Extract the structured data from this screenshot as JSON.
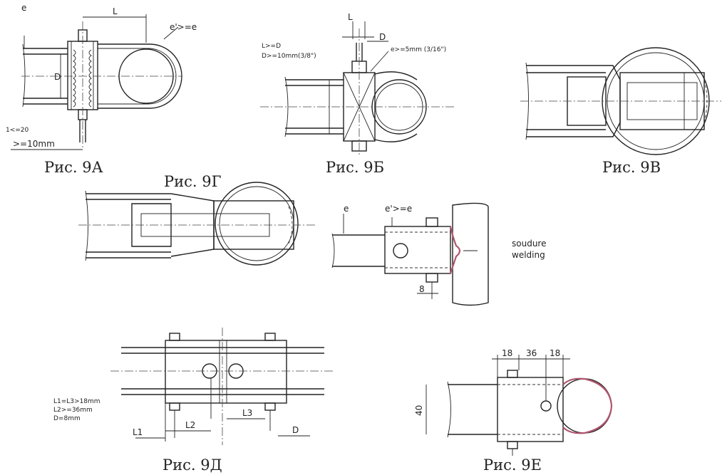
{
  "figures": {
    "fig_9a": {
      "caption": "Рис. 9А",
      "labels": [
        "e",
        "L",
        "e'>=e",
        "D",
        "1<=20",
        ">=10mm"
      ]
    },
    "fig_9b": {
      "caption": "Рис. 9Б",
      "labels": [
        "L",
        "D",
        "L>=D",
        "D>=10mm(3/8\")",
        "e>=5mm (3/16\")"
      ]
    },
    "fig_9v": {
      "caption": "Рис. 9В",
      "labels": []
    },
    "fig_9g": {
      "caption": "Рис. 9Г",
      "labels": []
    },
    "fig_weld": {
      "caption": "",
      "labels": [
        "e",
        "e'>=e",
        "soudure",
        "welding",
        "8"
      ]
    },
    "fig_9d": {
      "caption": "Рис. 9Д",
      "labels": [
        "L1=L3>18mm",
        "L2>=36mm",
        "D=8mm",
        "L1",
        "L2",
        "L3",
        "D"
      ]
    },
    "fig_9e": {
      "caption": "Рис. 9Е",
      "labels": [
        "18",
        "36",
        "18",
        "40"
      ]
    }
  },
  "colors": {
    "line": "#222222",
    "weld": "#b0566e",
    "background": "#ffffff"
  }
}
